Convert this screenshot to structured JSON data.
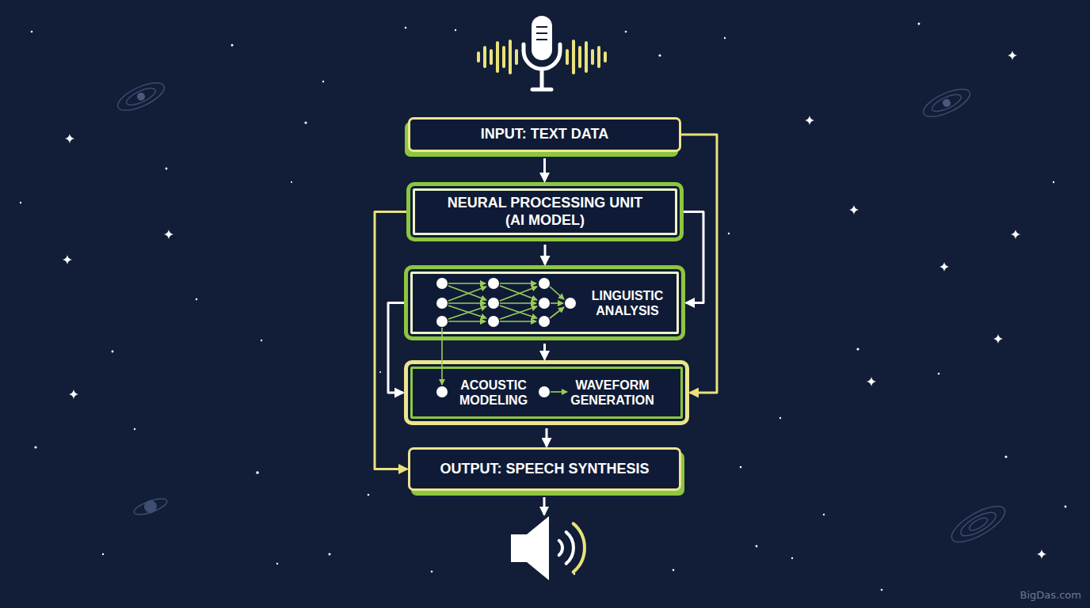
{
  "diagram": {
    "nodes": [
      {
        "text": [
          "INPUT: TEXT DATA"
        ]
      },
      {
        "text": [
          "NEURAL PROCESSING UNIT (AI MODEL)"
        ]
      },
      {
        "text": [
          "LINGUISTIC ANALYSIS"
        ]
      },
      {
        "text": [
          "ACOUSTIC MODELING",
          "WAVEFORM GENERATION"
        ]
      },
      {
        "text": [
          "OUTPUT: SPEECH SYNTHESIS"
        ]
      }
    ],
    "edges": [
      {
        "from": 0,
        "to": 1,
        "arrow": "to"
      },
      {
        "from": 0,
        "to": 3,
        "arrow": "to"
      },
      {
        "from": 1,
        "to": 2,
        "arrow": "to"
      },
      {
        "from": 1,
        "to": 2,
        "arrow": "to"
      },
      {
        "from": 1,
        "to": 4,
        "arrow": "to"
      },
      {
        "from": 2,
        "to": 3,
        "arrow": "to"
      },
      {
        "from": 2,
        "to": 3,
        "arrow": "to"
      },
      {
        "from": 3,
        "to": 4,
        "arrow": "to"
      }
    ],
    "labels": [
      "BigDas.com"
    ]
  }
}
